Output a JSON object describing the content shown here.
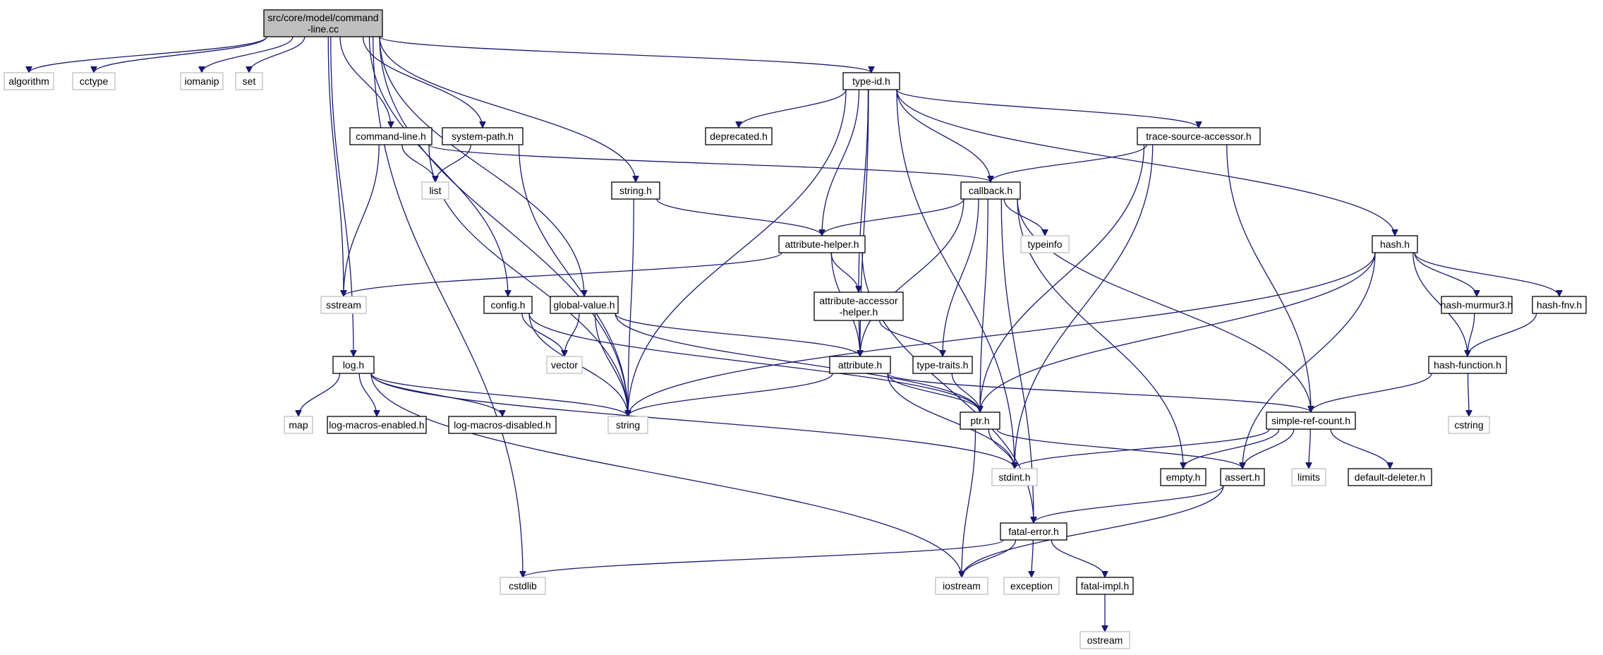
{
  "colors": {
    "edge": "#191970",
    "root_fill": "#bfbfbf",
    "documented_border": "#000000",
    "external_border": "#bfbfbf"
  },
  "nodes": [
    {
      "id": "root",
      "label": [
        "src/core/model/command",
        "-line.cc"
      ],
      "kind": "root"
    },
    {
      "id": "algorithm",
      "label": [
        "algorithm"
      ],
      "kind": "external"
    },
    {
      "id": "cctype",
      "label": [
        "cctype"
      ],
      "kind": "external"
    },
    {
      "id": "iomanip",
      "label": [
        "iomanip"
      ],
      "kind": "external"
    },
    {
      "id": "set",
      "label": [
        "set"
      ],
      "kind": "external"
    },
    {
      "id": "type_id",
      "label": [
        "type-id.h"
      ],
      "kind": "documented"
    },
    {
      "id": "command_line",
      "label": [
        "command-line.h"
      ],
      "kind": "documented"
    },
    {
      "id": "system_path",
      "label": [
        "system-path.h"
      ],
      "kind": "documented"
    },
    {
      "id": "deprecated",
      "label": [
        "deprecated.h"
      ],
      "kind": "documented"
    },
    {
      "id": "trace_source_accessor",
      "label": [
        "trace-source-accessor.h"
      ],
      "kind": "documented"
    },
    {
      "id": "list",
      "label": [
        "list"
      ],
      "kind": "external"
    },
    {
      "id": "string_h",
      "label": [
        "string.h"
      ],
      "kind": "documented"
    },
    {
      "id": "callback",
      "label": [
        "callback.h"
      ],
      "kind": "documented"
    },
    {
      "id": "typeinfo",
      "label": [
        "typeinfo"
      ],
      "kind": "external"
    },
    {
      "id": "hash",
      "label": [
        "hash.h"
      ],
      "kind": "documented"
    },
    {
      "id": "attribute_helper",
      "label": [
        "attribute-helper.h"
      ],
      "kind": "documented"
    },
    {
      "id": "sstream",
      "label": [
        "sstream"
      ],
      "kind": "external"
    },
    {
      "id": "config",
      "label": [
        "config.h"
      ],
      "kind": "documented"
    },
    {
      "id": "global_value",
      "label": [
        "global-value.h"
      ],
      "kind": "documented"
    },
    {
      "id": "attribute_accessor_helper",
      "label": [
        "attribute-accessor",
        "-helper.h"
      ],
      "kind": "documented"
    },
    {
      "id": "hash_murmur3",
      "label": [
        "hash-murmur3.h"
      ],
      "kind": "documented"
    },
    {
      "id": "hash_fnv",
      "label": [
        "hash-fnv.h"
      ],
      "kind": "documented"
    },
    {
      "id": "vector",
      "label": [
        "vector"
      ],
      "kind": "external"
    },
    {
      "id": "log",
      "label": [
        "log.h"
      ],
      "kind": "documented"
    },
    {
      "id": "attribute",
      "label": [
        "attribute.h"
      ],
      "kind": "documented"
    },
    {
      "id": "type_traits",
      "label": [
        "type-traits.h"
      ],
      "kind": "documented"
    },
    {
      "id": "hash_function",
      "label": [
        "hash-function.h"
      ],
      "kind": "documented"
    },
    {
      "id": "map",
      "label": [
        "map"
      ],
      "kind": "external"
    },
    {
      "id": "log_macros_enabled",
      "label": [
        "log-macros-enabled.h"
      ],
      "kind": "documented"
    },
    {
      "id": "log_macros_disabled",
      "label": [
        "log-macros-disabled.h"
      ],
      "kind": "documented"
    },
    {
      "id": "string_std",
      "label": [
        "string"
      ],
      "kind": "external"
    },
    {
      "id": "ptr",
      "label": [
        "ptr.h"
      ],
      "kind": "documented"
    },
    {
      "id": "simple_ref_count",
      "label": [
        "simple-ref-count.h"
      ],
      "kind": "documented"
    },
    {
      "id": "cstring",
      "label": [
        "cstring"
      ],
      "kind": "external"
    },
    {
      "id": "stdint",
      "label": [
        "stdint.h"
      ],
      "kind": "external"
    },
    {
      "id": "empty",
      "label": [
        "empty.h"
      ],
      "kind": "documented"
    },
    {
      "id": "assert",
      "label": [
        "assert.h"
      ],
      "kind": "documented"
    },
    {
      "id": "limits",
      "label": [
        "limits"
      ],
      "kind": "external"
    },
    {
      "id": "default_deleter",
      "label": [
        "default-deleter.h"
      ],
      "kind": "documented"
    },
    {
      "id": "fatal_error",
      "label": [
        "fatal-error.h"
      ],
      "kind": "documented"
    },
    {
      "id": "cstdlib",
      "label": [
        "cstdlib"
      ],
      "kind": "external"
    },
    {
      "id": "iostream",
      "label": [
        "iostream"
      ],
      "kind": "external"
    },
    {
      "id": "exception",
      "label": [
        "exception"
      ],
      "kind": "external"
    },
    {
      "id": "fatal_impl",
      "label": [
        "fatal-impl.h"
      ],
      "kind": "documented"
    },
    {
      "id": "ostream",
      "label": [
        "ostream"
      ],
      "kind": "external"
    }
  ],
  "edges": [
    [
      "root",
      "algorithm"
    ],
    [
      "root",
      "cctype"
    ],
    [
      "root",
      "iomanip"
    ],
    [
      "root",
      "set"
    ],
    [
      "root",
      "type_id"
    ],
    [
      "root",
      "command_line"
    ],
    [
      "root",
      "system_path"
    ],
    [
      "root",
      "string_h"
    ],
    [
      "root",
      "sstream"
    ],
    [
      "root",
      "config"
    ],
    [
      "root",
      "global_value"
    ],
    [
      "root",
      "log"
    ],
    [
      "root",
      "string_std"
    ],
    [
      "root",
      "cstdlib"
    ],
    [
      "type_id",
      "deprecated"
    ],
    [
      "type_id",
      "trace_source_accessor"
    ],
    [
      "type_id",
      "callback"
    ],
    [
      "type_id",
      "hash"
    ],
    [
      "type_id",
      "attribute_helper"
    ],
    [
      "type_id",
      "attribute_accessor_helper"
    ],
    [
      "type_id",
      "attribute"
    ],
    [
      "type_id",
      "string_std"
    ],
    [
      "type_id",
      "stdint"
    ],
    [
      "command_line",
      "list"
    ],
    [
      "command_line",
      "callback"
    ],
    [
      "command_line",
      "sstream"
    ],
    [
      "command_line",
      "string_std"
    ],
    [
      "system_path",
      "list"
    ],
    [
      "system_path",
      "string_std"
    ],
    [
      "string_h",
      "attribute_helper"
    ],
    [
      "string_h",
      "string_std"
    ],
    [
      "trace_source_accessor",
      "callback"
    ],
    [
      "trace_source_accessor",
      "ptr"
    ],
    [
      "trace_source_accessor",
      "simple_ref_count"
    ],
    [
      "trace_source_accessor",
      "stdint"
    ],
    [
      "callback",
      "attribute_helper"
    ],
    [
      "callback",
      "typeinfo"
    ],
    [
      "callback",
      "attribute"
    ],
    [
      "callback",
      "type_traits"
    ],
    [
      "callback",
      "ptr"
    ],
    [
      "callback",
      "empty"
    ],
    [
      "callback",
      "simple_ref_count"
    ],
    [
      "callback",
      "fatal_error"
    ],
    [
      "hash",
      "hash_murmur3"
    ],
    [
      "hash",
      "hash_fnv"
    ],
    [
      "hash",
      "hash_function"
    ],
    [
      "hash",
      "ptr"
    ],
    [
      "hash",
      "assert"
    ],
    [
      "hash",
      "string_std"
    ],
    [
      "attribute_helper",
      "sstream"
    ],
    [
      "attribute_helper",
      "attribute_accessor_helper"
    ],
    [
      "attribute_helper",
      "attribute"
    ],
    [
      "attribute_helper",
      "fatal_error"
    ],
    [
      "attribute_accessor_helper",
      "attribute"
    ],
    [
      "attribute_accessor_helper",
      "type_traits"
    ],
    [
      "config",
      "vector"
    ],
    [
      "config",
      "string_std"
    ],
    [
      "config",
      "ptr"
    ],
    [
      "global_value",
      "vector"
    ],
    [
      "global_value",
      "string_std"
    ],
    [
      "global_value",
      "attribute"
    ],
    [
      "global_value",
      "ptr"
    ],
    [
      "hash_murmur3",
      "hash_function"
    ],
    [
      "hash_fnv",
      "hash_function"
    ],
    [
      "hash_function",
      "cstring"
    ],
    [
      "hash_function",
      "simple_ref_count"
    ],
    [
      "log",
      "map"
    ],
    [
      "log",
      "log_macros_enabled"
    ],
    [
      "log",
      "log_macros_disabled"
    ],
    [
      "log",
      "string_std"
    ],
    [
      "log",
      "stdint"
    ],
    [
      "log",
      "iostream"
    ],
    [
      "attribute",
      "string_std"
    ],
    [
      "attribute",
      "ptr"
    ],
    [
      "attribute",
      "stdint"
    ],
    [
      "attribute",
      "simple_ref_count"
    ],
    [
      "type_traits",
      "ptr"
    ],
    [
      "ptr",
      "stdint"
    ],
    [
      "ptr",
      "assert"
    ],
    [
      "ptr",
      "iostream"
    ],
    [
      "simple_ref_count",
      "stdint"
    ],
    [
      "simple_ref_count",
      "empty"
    ],
    [
      "simple_ref_count",
      "assert"
    ],
    [
      "simple_ref_count",
      "limits"
    ],
    [
      "simple_ref_count",
      "default_deleter"
    ],
    [
      "assert",
      "fatal_error"
    ],
    [
      "assert",
      "iostream"
    ],
    [
      "fatal_error",
      "cstdlib"
    ],
    [
      "fatal_error",
      "iostream"
    ],
    [
      "fatal_error",
      "exception"
    ],
    [
      "fatal_error",
      "fatal_impl"
    ],
    [
      "fatal_impl",
      "ostream"
    ]
  ]
}
